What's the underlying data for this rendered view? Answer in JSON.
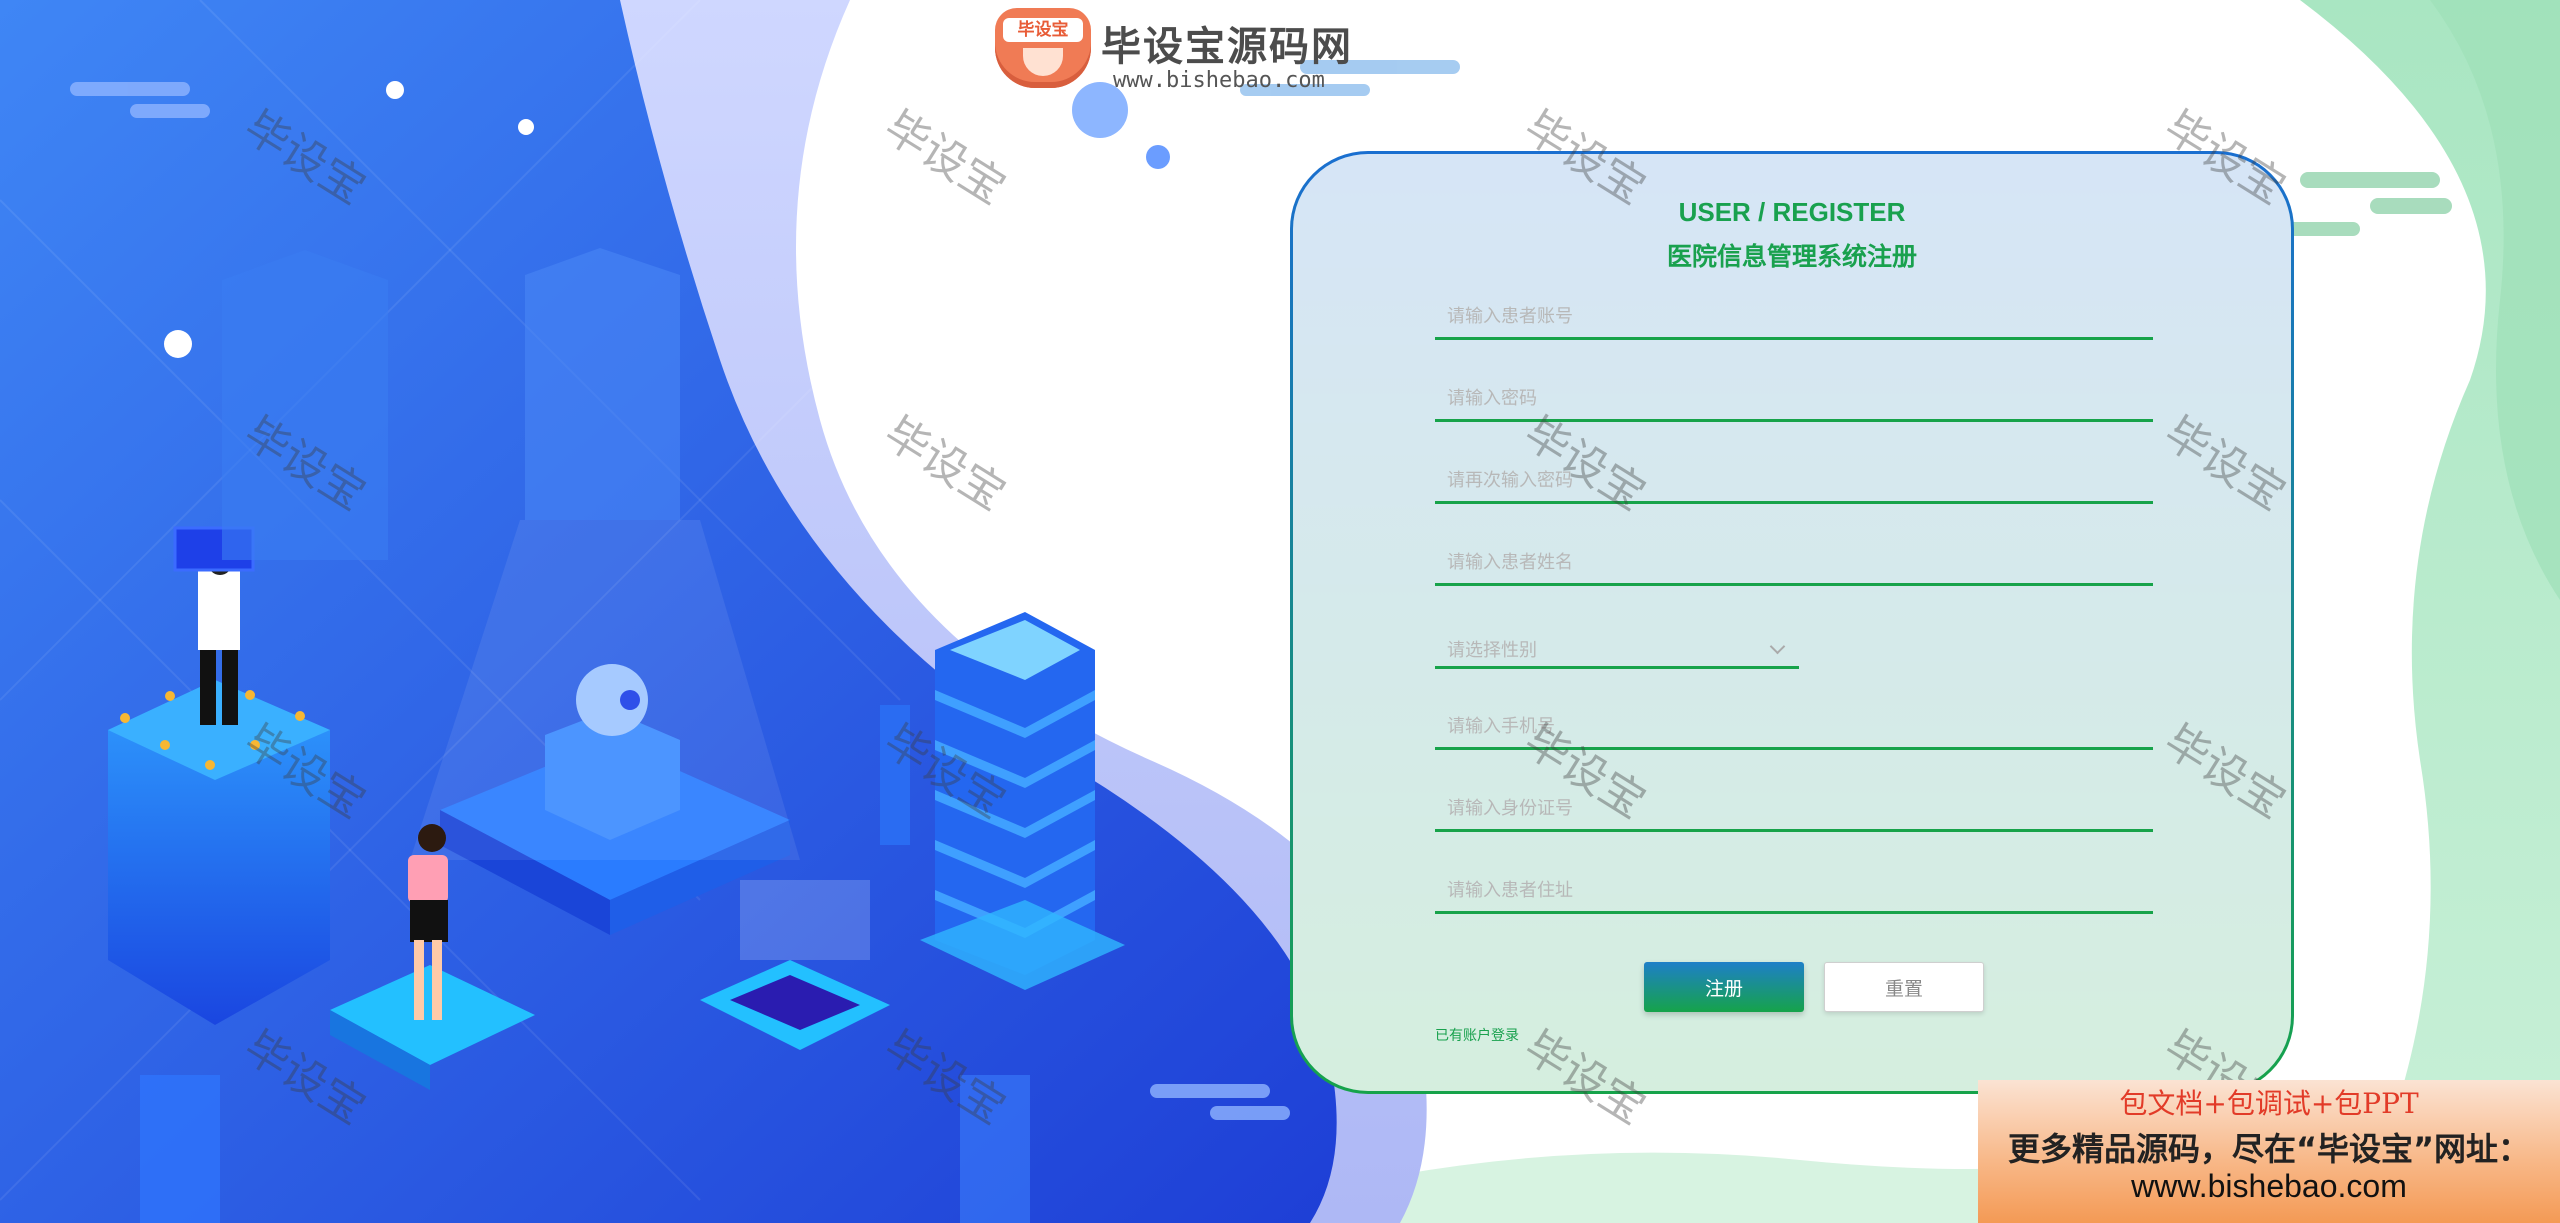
{
  "logo": {
    "badge_text": "毕设宝",
    "title": "毕设宝源码网",
    "url": "www.bishebao.com"
  },
  "form": {
    "title_en": "USER / REGISTER",
    "title_cn": "医院信息管理系统注册",
    "account_placeholder": "请输入患者账号",
    "password_placeholder": "请输入密码",
    "password_confirm_placeholder": "请再次输入密码",
    "name_placeholder": "请输入患者姓名",
    "gender_select_placeholder": "请选择性别",
    "phone_placeholder": "请输入手机号",
    "id_card_placeholder": "请输入身份证号",
    "address_placeholder": "请输入患者住址",
    "register_label": "注册",
    "reset_label": "重置",
    "login_link": "已有账户登录"
  },
  "watermark": {
    "text": "毕设宝"
  },
  "promo": {
    "line1": "包文档+包调试+包PPT",
    "line2": "更多精品源码，尽在“毕设宝”网址：",
    "line3": "www.bishebao.com"
  },
  "colors": {
    "accent_green": "#19a14e",
    "accent_blue": "#1a6fd0",
    "background_blue": "#2f63ea"
  }
}
